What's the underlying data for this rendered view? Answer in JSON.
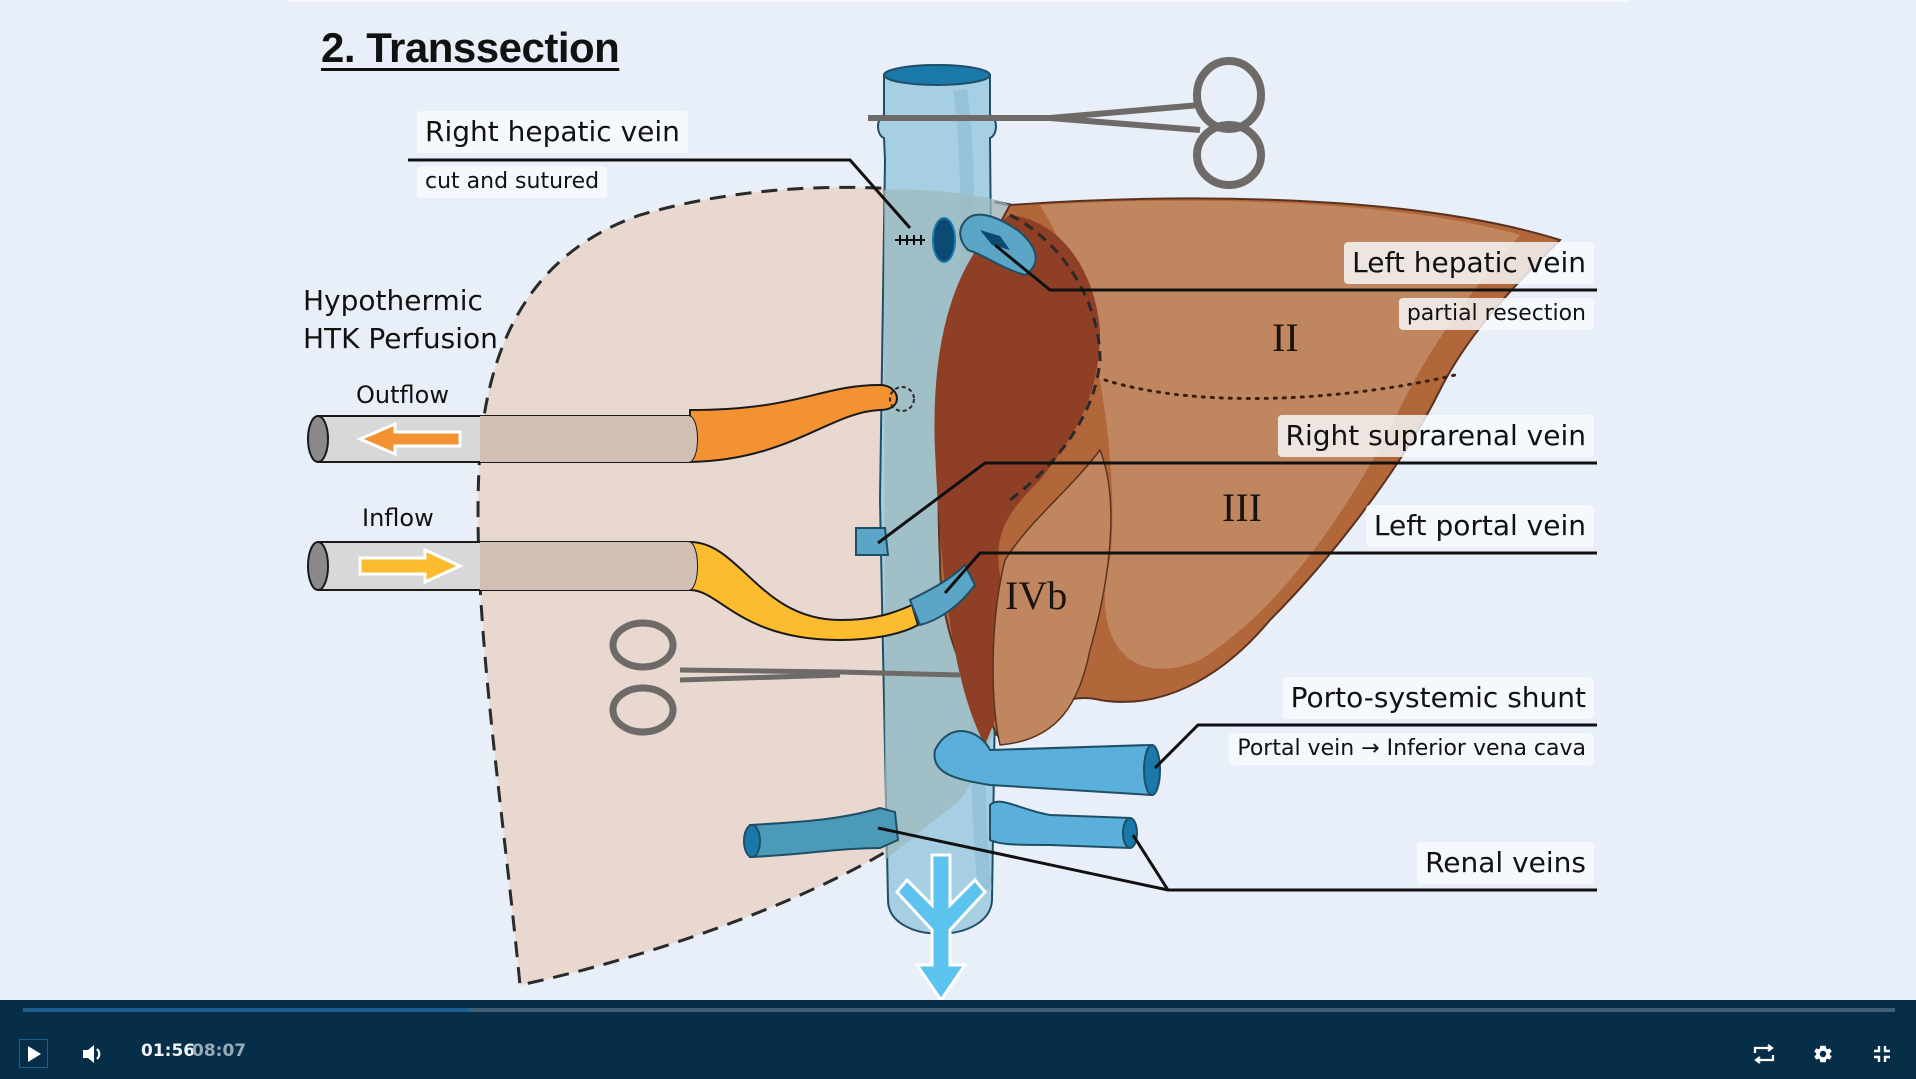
{
  "slide": {
    "title": "2. Transsection",
    "perfusion_heading_line1": "Hypothermic",
    "perfusion_heading_line2": "HTK Perfusion",
    "outflow_label": "Outflow",
    "inflow_label": "Inflow",
    "segments": [
      "II",
      "III",
      "IVb"
    ],
    "labels": {
      "right_hepatic_vein": "Right hepatic vein",
      "right_hepatic_vein_note": "cut and sutured",
      "left_hepatic_vein": "Left hepatic vein",
      "left_hepatic_vein_note": "partial resection",
      "right_suprarenal_vein": "Right suprarenal vein",
      "left_portal_vein": "Left portal vein",
      "porto_systemic_shunt": "Porto-systemic shunt",
      "porto_systemic_shunt_note": "Portal vein → Inferior vena cava",
      "renal_veins": "Renal veins"
    },
    "colors": {
      "background": "#e9eff8",
      "resected_liver": "#e8d8cf",
      "liver_main": "#c08660",
      "liver_dark": "#8e3f26",
      "liver_edge": "#b2673a",
      "vena_cava": "#a7cfe4",
      "vessel_blue": "#5ab0da",
      "outflow_orange": "#f39233",
      "inflow_yellow": "#fbbc2f",
      "cannula_gray": "#d8d8d8",
      "clamp_gray": "#6d6a67"
    }
  },
  "player": {
    "current_time": "01:56",
    "total_time": "08:07",
    "progress_fraction": 0.238,
    "icons": {
      "play": "play-icon",
      "volume": "volume-icon",
      "loop": "loop-icon",
      "settings": "gear-icon",
      "exit_fullscreen": "exit-fullscreen-icon"
    },
    "colors": {
      "bar_bg": "#062e49",
      "progress_played": "#1c5f90",
      "progress_track": "#3f5f74"
    }
  }
}
